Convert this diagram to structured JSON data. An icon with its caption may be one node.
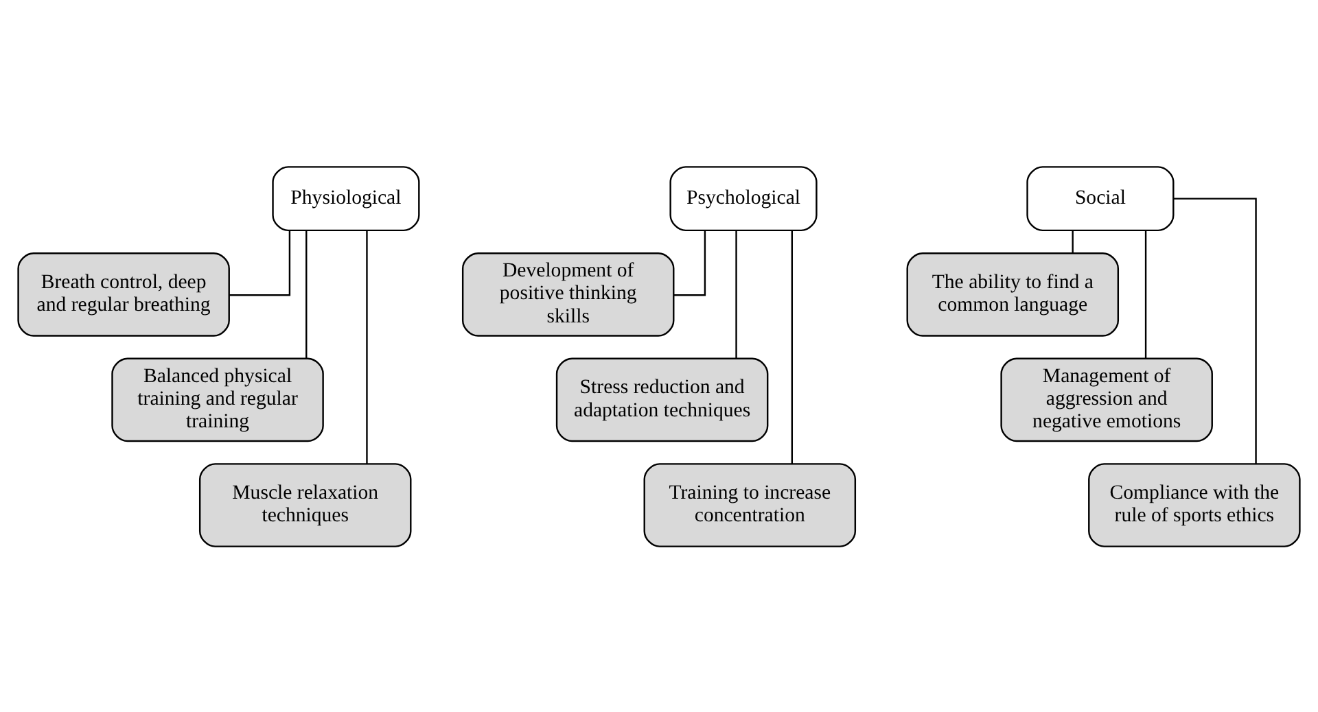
{
  "diagram": {
    "nodes": [
      {
        "text": [
          "Physiological"
        ]
      },
      {
        "text": [
          "Breath control, deep and regular breathing"
        ]
      },
      {
        "text": [
          "Balanced physical training and regular training"
        ]
      },
      {
        "text": [
          "Muscle relaxation techniques"
        ]
      },
      {
        "text": [
          "Psychological"
        ]
      },
      {
        "text": [
          "Development of positive thinking skills"
        ]
      },
      {
        "text": [
          "Stress reduction and adaptation techniques"
        ]
      },
      {
        "text": [
          "Training to increase concentration"
        ]
      },
      {
        "text": [
          "Social"
        ]
      },
      {
        "text": [
          "The ability to find a common language"
        ]
      },
      {
        "text": [
          "Management of aggression and negative emotions"
        ]
      },
      {
        "text": [
          "Compliance with the rule of sports ethics"
        ]
      }
    ],
    "edges": [
      {
        "from": 0,
        "to": 1,
        "arrow": "none"
      },
      {
        "from": 0,
        "to": 2,
        "arrow": "none"
      },
      {
        "from": 0,
        "to": 3,
        "arrow": "none"
      },
      {
        "from": 4,
        "to": 5,
        "arrow": "none"
      },
      {
        "from": 4,
        "to": 6,
        "arrow": "none"
      },
      {
        "from": 4,
        "to": 7,
        "arrow": "none"
      },
      {
        "from": 8,
        "to": 9,
        "arrow": "none"
      },
      {
        "from": 8,
        "to": 10,
        "arrow": "none"
      },
      {
        "from": 8,
        "to": 11,
        "arrow": "none"
      }
    ]
  }
}
